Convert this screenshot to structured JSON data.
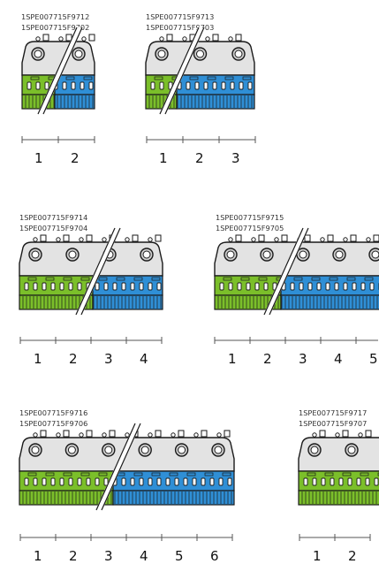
{
  "colors": {
    "green": "#7bbf2a",
    "blue": "#2f8fd6",
    "head": "#e3e3e3",
    "outline": "#1a1a1a"
  },
  "icons": [
    "screw-terminal-icon",
    "diagonal-cut-mark"
  ],
  "blocks": [
    {
      "id": "block-2",
      "codes": [
        "1SPE007715F9712",
        "1SPE007715F9702"
      ],
      "numbers": [
        "1",
        "2"
      ]
    },
    {
      "id": "block-3",
      "codes": [
        "1SPE007715F9713",
        "1SPE007715F9703"
      ],
      "numbers": [
        "1",
        "2",
        "3"
      ]
    },
    {
      "id": "block-4",
      "codes": [
        "1SPE007715F9714",
        "1SPE007715F9704"
      ],
      "numbers": [
        "1",
        "2",
        "3",
        "4"
      ]
    },
    {
      "id": "block-5",
      "codes": [
        "1SPE007715F9715",
        "1SPE007715F9705"
      ],
      "numbers": [
        "1",
        "2",
        "3",
        "4",
        "5"
      ]
    },
    {
      "id": "block-6",
      "codes": [
        "1SPE007715F9716",
        "1SPE007715F9706"
      ],
      "numbers": [
        "1",
        "2",
        "3",
        "4",
        "5",
        "6"
      ]
    },
    {
      "id": "block-7",
      "codes": [
        "1SPE007715F9717",
        "1SPE007715F9707"
      ],
      "numbers": [
        "1",
        "2"
      ]
    }
  ]
}
